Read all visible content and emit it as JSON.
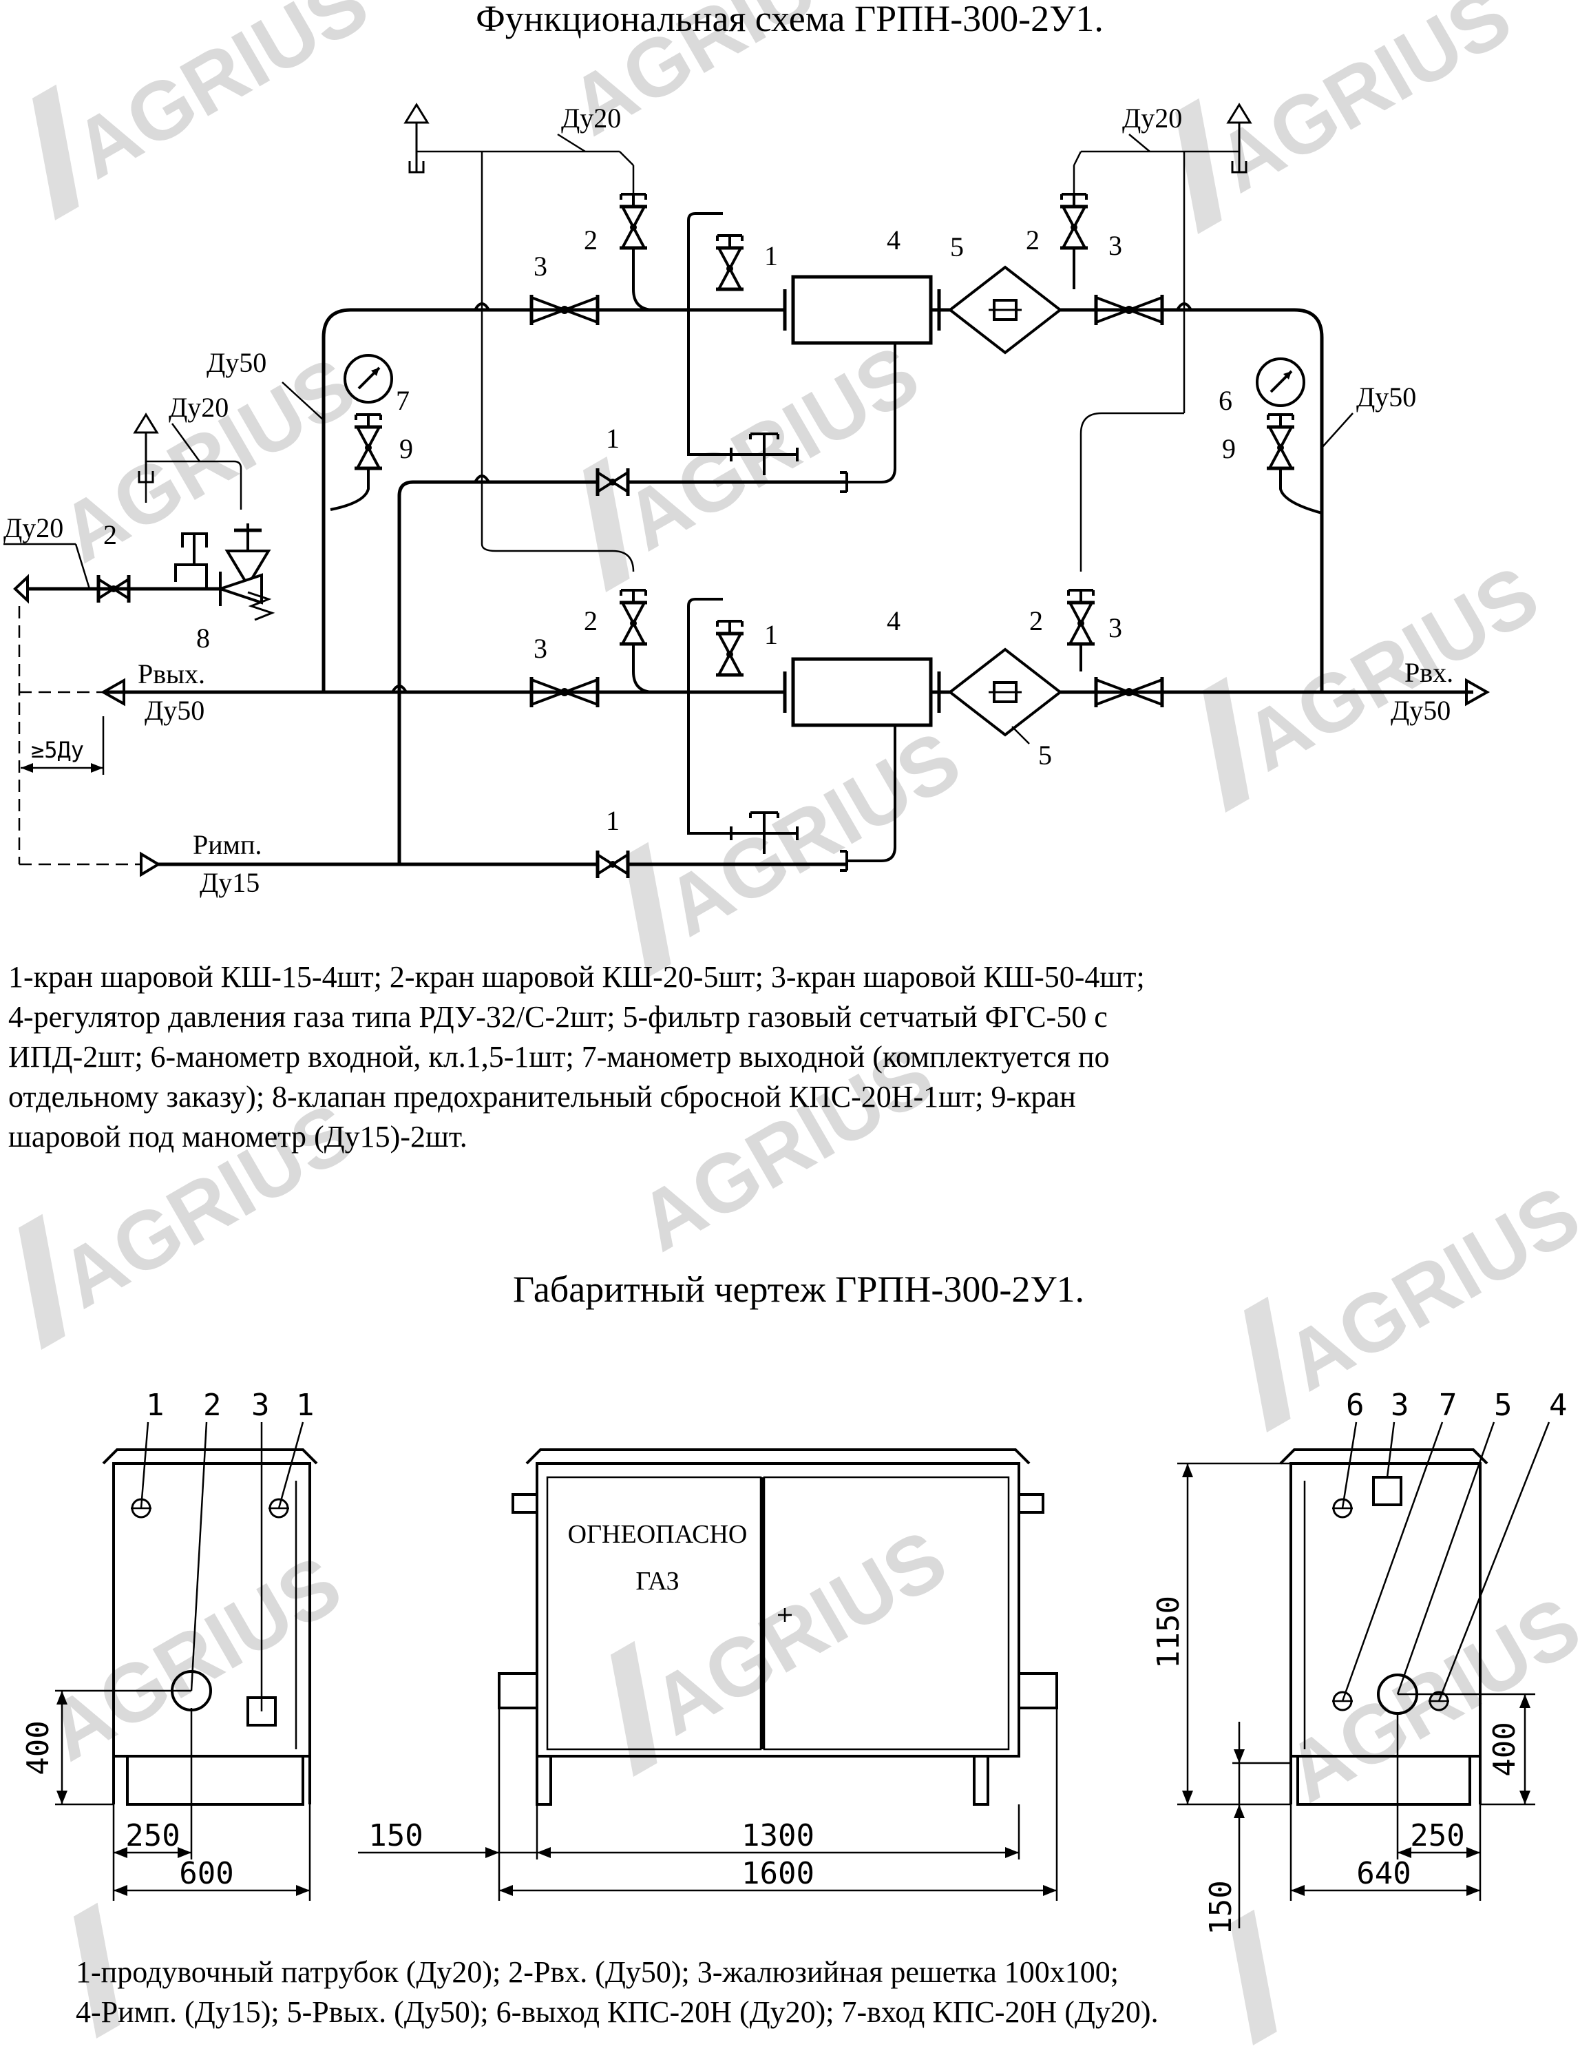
{
  "scheme": {
    "title": "Функциональная схема ГРПН-300-2У1.",
    "labels": {
      "du20": "Ду20",
      "du50": "Ду50",
      "p_out": "Рвых.",
      "p_out_size": "Ду50",
      "p_in": "Рвх.",
      "p_in_size": "Ду50",
      "p_imp": "Римп.",
      "p_imp_size": "Ду15",
      "dist": "≥5Ду"
    },
    "numbers": [
      "1",
      "2",
      "3",
      "4",
      "5",
      "6",
      "7",
      "8",
      "9"
    ]
  },
  "legend_top": [
    "1-кран шаровой КШ-15-4шт; 2-кран шаровой КШ-20-5шт; 3-кран шаровой КШ-50-4шт;",
    "4-регулятор давления газа типа РДУ-32/С-2шт; 5-фильтр газовый сетчатый ФГС-50 с",
    "ИПД-2шт; 6-манометр входной, кл.1,5-1шт; 7-манометр выходной (комплектуется по",
    "отдельному заказу); 8-клапан предохранительный сбросной КПС-20Н-1шт; 9-кран",
    "шаровой под манометр (Ду15)-2шт."
  ],
  "dimension_drawing": {
    "title": "Габаритный чертеж ГРПН-300-2У1.",
    "cabinet_text_1": "ОГНЕОПАСНО",
    "cabinet_text_2": "ГАЗ",
    "dims": {
      "d400": "400",
      "d250": "250",
      "d600": "600",
      "d150": "150",
      "d1300": "1300",
      "d1600": "1600",
      "d1150": "1150",
      "d640": "640"
    },
    "left_callouts": [
      "1",
      "2",
      "3",
      "1"
    ],
    "right_callouts": [
      "6",
      "3",
      "7",
      "5",
      "4"
    ]
  },
  "legend_bottom": [
    "1-продувочный патрубок (Ду20); 2-Рвх. (Ду50); 3-жалюзийная решетка 100х100;",
    "4-Римп. (Ду15); 5-Рвых. (Ду50); 6-выход КПС-20Н (Ду20); 7-вход КПС-20Н (Ду20)."
  ],
  "watermark": "AGRIUS"
}
